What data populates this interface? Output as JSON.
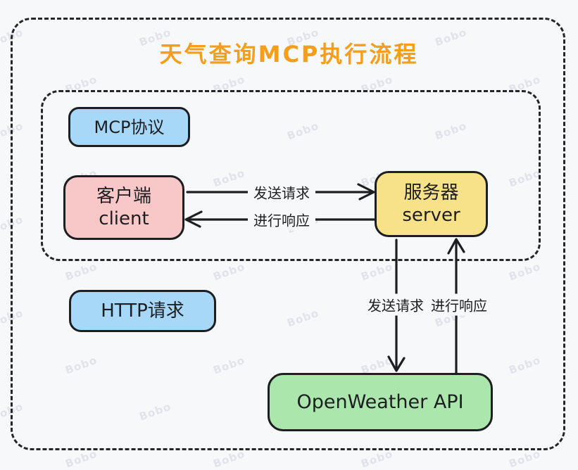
{
  "title": {
    "text": "天气查询MCP执行流程",
    "color": "#f59e1b"
  },
  "watermark": {
    "text": "Bobo"
  },
  "colors": {
    "background": "#f7f8fa",
    "stroke": "#1d1e22",
    "dashed_frame": "#25262a",
    "blue_node": "#a8d8f8",
    "pink_node": "#f8c7c7",
    "yellow_node": "#f8e289",
    "green_node": "#abe7ac"
  },
  "nodes": {
    "mcp_protocol": {
      "label": "MCP协议",
      "fill": "#a8d8f8"
    },
    "client": {
      "line1": "客户端",
      "line2": "client",
      "fill": "#f8c7c7"
    },
    "server": {
      "line1": "服务器",
      "line2": "server",
      "fill": "#f8e289"
    },
    "http_request": {
      "label": "HTTP请求",
      "fill": "#a8d8f8"
    },
    "openweather_api": {
      "label": "OpenWeather API",
      "fill": "#abe7ac"
    }
  },
  "edges": [
    {
      "id": "client-to-server",
      "label": "发送请求",
      "direction": "right"
    },
    {
      "id": "server-to-client",
      "label": "进行响应",
      "direction": "left"
    },
    {
      "id": "server-to-api",
      "label": "发送请求",
      "direction": "down"
    },
    {
      "id": "api-to-server",
      "label": "进行响应",
      "direction": "up"
    }
  ]
}
